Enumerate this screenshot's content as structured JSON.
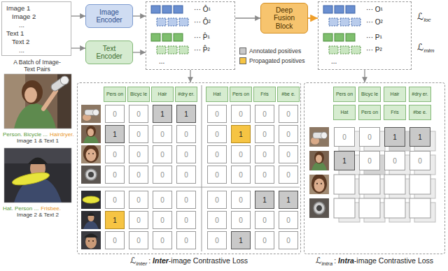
{
  "diagram": {
    "nodes": [
      {
        "text": [
          "Image 1",
          "Image 2",
          "...",
          "Text 1",
          "Text 2",
          "...",
          "A Batch of Image-Text Pairs"
        ]
      },
      {
        "text": [
          "Image Encoder"
        ]
      },
      {
        "text": [
          "Text Encoder"
        ]
      },
      {
        "text": [
          "··· Ô¹",
          "··· Ô²",
          "··· P̂¹",
          "··· P̂²",
          "..."
        ]
      },
      {
        "text": [
          "Deep Fusion Block"
        ]
      },
      {
        "text": [
          "··· O¹",
          "··· O²",
          "··· P¹",
          "··· P²",
          "..."
        ]
      },
      {
        "text": [
          "ℒ",
          "inter",
          ":",
          "Inter",
          "-image Contrastive Loss"
        ]
      },
      {
        "text": [
          "Pers on"
        ],
        "in": 6
      },
      {
        "text": [
          "Bicyc le"
        ],
        "in": 6
      },
      {
        "text": [
          "Hair"
        ],
        "in": 6
      },
      {
        "text": [
          "#dry er."
        ],
        "in": 6
      },
      {
        "text": [
          "Hat"
        ],
        "in": 6
      },
      {
        "text": [
          "Pers on"
        ],
        "in": 6
      },
      {
        "text": [
          "Fris"
        ],
        "in": 6
      },
      {
        "text": [
          "#be e."
        ],
        "in": 6
      },
      {
        "text": [
          "0"
        ],
        "in": 6
      },
      {
        "text": [
          "0"
        ],
        "in": 6
      },
      {
        "text": [
          "1"
        ],
        "in": 6
      },
      {
        "text": [
          "1"
        ],
        "in": 6
      },
      {
        "text": [
          "0"
        ],
        "in": 6
      },
      {
        "text": [
          "0"
        ],
        "in": 6
      },
      {
        "text": [
          "0"
        ],
        "in": 6
      },
      {
        "text": [
          "0"
        ],
        "in": 6
      },
      {
        "text": [
          "1"
        ],
        "in": 6
      },
      {
        "text": [
          "0"
        ],
        "in": 6
      },
      {
        "text": [
          "0"
        ],
        "in": 6
      },
      {
        "text": [
          "0"
        ],
        "in": 6
      },
      {
        "text": [
          "0"
        ],
        "in": 6
      },
      {
        "text": [
          "1"
        ],
        "in": 6
      },
      {
        "text": [
          "0"
        ],
        "in": 6
      },
      {
        "text": [
          "0"
        ],
        "in": 6
      },
      {
        "text": [
          "0"
        ],
        "in": 6
      },
      {
        "text": [
          "0"
        ],
        "in": 6
      },
      {
        "text": [
          "0"
        ],
        "in": 6
      },
      {
        "text": [
          "0"
        ],
        "in": 6
      },
      {
        "text": [
          "0"
        ],
        "in": 6
      },
      {
        "text": [
          "0"
        ],
        "in": 6
      },
      {
        "text": [
          "0"
        ],
        "in": 6
      },
      {
        "text": [
          "0"
        ],
        "in": 6
      },
      {
        "text": [
          "0"
        ],
        "in": 6
      },
      {
        "text": [
          "0"
        ],
        "in": 6
      },
      {
        "text": [
          "0"
        ],
        "in": 6
      },
      {
        "text": [
          "0"
        ],
        "in": 6
      },
      {
        "text": [
          "0"
        ],
        "in": 6
      },
      {
        "text": [
          "0"
        ],
        "in": 6
      },
      {
        "text": [
          "0"
        ],
        "in": 6
      },
      {
        "text": [
          "0"
        ],
        "in": 6
      },
      {
        "text": [
          "0"
        ],
        "in": 6
      },
      {
        "text": [
          "0"
        ],
        "in": 6
      },
      {
        "text": [
          "0"
        ],
        "in": 6
      },
      {
        "text": [
          "0"
        ],
        "in": 6
      },
      {
        "text": [
          "0"
        ],
        "in": 6
      },
      {
        "text": [
          "0"
        ],
        "in": 6
      },
      {
        "text": [
          "1"
        ],
        "in": 6
      },
      {
        "text": [
          "1"
        ],
        "in": 6
      },
      {
        "text": [
          "1"
        ],
        "in": 6
      },
      {
        "text": [
          "0"
        ],
        "in": 6
      },
      {
        "text": [
          "0"
        ],
        "in": 6
      },
      {
        "text": [
          "0"
        ],
        "in": 6
      },
      {
        "text": [
          "0"
        ],
        "in": 6
      },
      {
        "text": [
          "0"
        ],
        "in": 6
      },
      {
        "text": [
          "0"
        ],
        "in": 6
      },
      {
        "text": [
          "0"
        ],
        "in": 6
      },
      {
        "text": [
          "0"
        ],
        "in": 6
      },
      {
        "text": [
          "0"
        ],
        "in": 6
      },
      {
        "text": [
          "0"
        ],
        "in": 6
      },
      {
        "text": [
          "0"
        ],
        "in": 6
      },
      {
        "text": [
          "0"
        ],
        "in": 6
      },
      {
        "text": [
          "1"
        ],
        "in": 6
      },
      {
        "text": [
          "0"
        ],
        "in": 6
      },
      {
        "text": [
          "0"
        ],
        "in": 6
      },
      {
        "text": [
          "ℒ",
          "intra",
          ":",
          "Intra",
          "-image Contrastive Loss"
        ]
      },
      {
        "text": [
          "Pers on"
        ],
        "in": 71
      },
      {
        "text": [
          "Bicyc le"
        ],
        "in": 71
      },
      {
        "text": [
          "Hair"
        ],
        "in": 71
      },
      {
        "text": [
          "#dry er."
        ],
        "in": 71
      },
      {
        "text": [
          "Hat"
        ],
        "in": 71
      },
      {
        "text": [
          "Pers on"
        ],
        "in": 71
      },
      {
        "text": [
          "Fris"
        ],
        "in": 71
      },
      {
        "text": [
          "#be e."
        ],
        "in": 71
      },
      {
        "text": [
          "0"
        ],
        "in": 71
      },
      {
        "text": [
          "0"
        ],
        "in": 71
      },
      {
        "text": [
          "1"
        ],
        "in": 71
      },
      {
        "text": [
          "1"
        ],
        "in": 71
      },
      {
        "text": [
          "1"
        ],
        "in": 71
      },
      {
        "text": [
          "0"
        ],
        "in": 71
      },
      {
        "text": [
          "0"
        ],
        "in": 71
      },
      {
        "text": [
          "0"
        ],
        "in": 71
      }
    ],
    "edges": [
      {
        "from": 0,
        "to": 1,
        "arrow": "to"
      },
      {
        "from": 0,
        "to": 2,
        "arrow": "to"
      },
      {
        "from": 1,
        "to": 3,
        "arrow": "to"
      },
      {
        "from": 2,
        "to": 3,
        "arrow": "to"
      },
      {
        "from": 3,
        "to": 4,
        "arrow": "to"
      },
      {
        "from": 4,
        "to": 5,
        "arrow": "to"
      },
      {
        "from": 3,
        "to": 6,
        "arrow": "to"
      },
      {
        "from": 5,
        "to": 71,
        "arrow": "to"
      }
    ],
    "labels": [
      "ℒ",
      "loc",
      "ℒ",
      "mlm",
      "Person. Bicycle ...",
      "Hairdryer.",
      "Image 1 & Text 1",
      "Hat. Person ...",
      "Frisbee.",
      "Image 2 & Text 2"
    ],
    "legend": [
      {
        "text": "Annotated positives",
        "color": "#c9c9c9"
      },
      {
        "text": "Propagated positives",
        "color": "#f6c443"
      }
    ]
  }
}
